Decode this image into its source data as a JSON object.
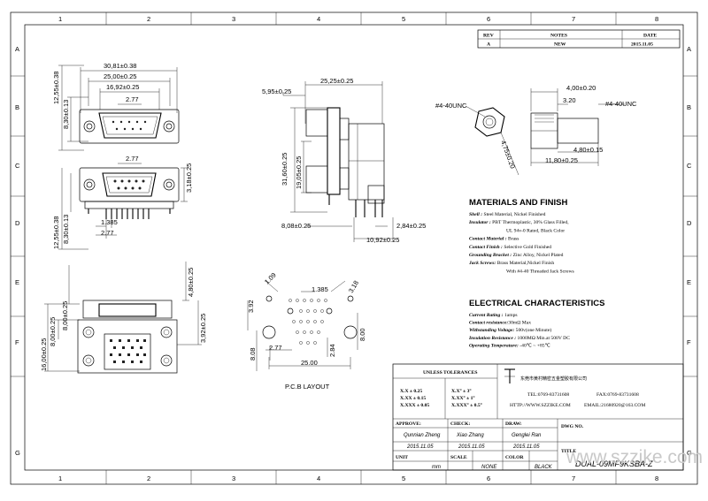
{
  "frame": {
    "col_numbers": [
      "1",
      "2",
      "3",
      "4",
      "5",
      "6",
      "7",
      "8"
    ],
    "row_letters": [
      "A",
      "B",
      "C",
      "D",
      "E",
      "F",
      "G"
    ]
  },
  "revision_table": {
    "headers": {
      "rev": "REV",
      "notes": "NOTES",
      "date": "DATE"
    },
    "row": {
      "rev": "A",
      "notes": "NEW",
      "date": "2015.11.05"
    }
  },
  "front_view": {
    "dims": {
      "overall_width": "30,81±0.38",
      "shell_width": "25,00±0.25",
      "inner_width": "16,92±0.25",
      "pitch_top": "2.77",
      "height_top": "12,55±0.38",
      "shell_height_top": "8,30±0.13",
      "pitch_mid": "2.77",
      "height_bottom": "12,55±0.38",
      "shell_height_bottom": "8,30±0.13",
      "offset": "3,18±0.25",
      "pin_pitch": "1.385",
      "pin_row_pitch": "2.77"
    }
  },
  "side_view": {
    "dims": {
      "top_depth": "5,95±0.25",
      "width": "25,25±0.25",
      "height": "31,60±0.25",
      "mid_height": "19,05±0.25",
      "bottom": "8,08±0.25",
      "pin_offset": "2,84±0.25",
      "pin_span": "10,92±0.25"
    }
  },
  "screw_detail": {
    "thread_left": "#4-40UNC",
    "thread_right": "#4-40UNC",
    "hex": "4,75±0.20",
    "head_len": "4,00±0.20",
    "shank": "3.20",
    "body_len": "4,80±0.15",
    "total_len": "11,80±0.25"
  },
  "bottom_view": {
    "dims": {
      "offset": "8,00±0.25",
      "height": "16,00±0.25",
      "right_offset": "4,80±0.25",
      "right_height": "3,92±0.25"
    }
  },
  "pcb_layout": {
    "caption": "P.C.B LAYOUT",
    "dims": {
      "hole_small": "1.09",
      "hole_big": "3.18",
      "pitch": "1.385",
      "left_height": "3.92",
      "right_height": "8.00",
      "left_low": "8.08",
      "mid": "2.77",
      "mid_v": "2.84",
      "width": "25.00"
    }
  },
  "materials": {
    "title": "MATERIALS AND FINISH",
    "lines": [
      {
        "label": "Shell :",
        "value": " Steel Material, Nickel Finished"
      },
      {
        "label": "Insulator :",
        "value": " PBT Thermoplastic, 30% Glass Filled,"
      },
      {
        "label": "",
        "value": "UL 94v-0 Rated, Black Color"
      },
      {
        "label": "Contact Material :",
        "value": " Brass"
      },
      {
        "label": "Contact Finish :",
        "value": " Selective Gold Finished"
      },
      {
        "label": "Grounding Bracket :",
        "value": " Zinc Alloy, Nickel Plated"
      },
      {
        "label": "Jack Screws:",
        "value": " Brass Material,Nickel Finish"
      },
      {
        "label": "",
        "value": "With #4-40 Threaded Jack Screws"
      }
    ]
  },
  "electrical": {
    "title": "ELECTRICAL CHARACTERISTICS",
    "lines": [
      {
        "label": "Current Rating :",
        "value": " 1amps"
      },
      {
        "label": "Contact resistance:",
        "value": "30mΩ Max"
      },
      {
        "label": "Withstanding Voltage:",
        "value": " 500v(one Minute)"
      },
      {
        "label": "Insulation Resistance :",
        "value": " 1000MΩ  Min.at 500V DC"
      },
      {
        "label": "Operating Temperature:",
        "value": "  -40℃ ~ +85℃"
      }
    ]
  },
  "title_block": {
    "tolerances_title": "UNLESS TOLERANCES",
    "tol_linear": [
      "X.X   ± 0.25",
      "X.XX  ± 0.15",
      "X.XXX ± 0.05"
    ],
    "tol_angle": [
      "X.X°  ± 3°",
      "X.XX° ± 1°",
      "X.XXX° ± 0.5°"
    ],
    "company": "东莞市黄村精密五金塑胶有限公司",
    "tel": "TEL:0769-83731608",
    "fax": "FAX:0769-83731608",
    "http": "HTTP://WWW.SZZIKE.COM",
    "email": "EMAIL:21680920@163.COM",
    "approve_label": "APPROVE:",
    "approve_name": "Qunnian Zheng",
    "approve_date": "2015.11.05",
    "check_label": "CHECK:",
    "check_name": "Xiao Zhang",
    "check_date": "2015.11.05",
    "draw_label": "DRAW:",
    "draw_name": "Genglei Ran",
    "draw_date": "2015.11.05",
    "dwg_label": "DWG NO.",
    "title_label": "TITLE",
    "title_value": "DUAL-09MF9KSBA-Z",
    "unit_label": "UNIT",
    "unit_value": "mm",
    "scale_label": "SCALE",
    "scale_value": "NONE",
    "color_label": "COLOR",
    "color_value": "BLACK"
  },
  "watermark": "www.szzike.com"
}
